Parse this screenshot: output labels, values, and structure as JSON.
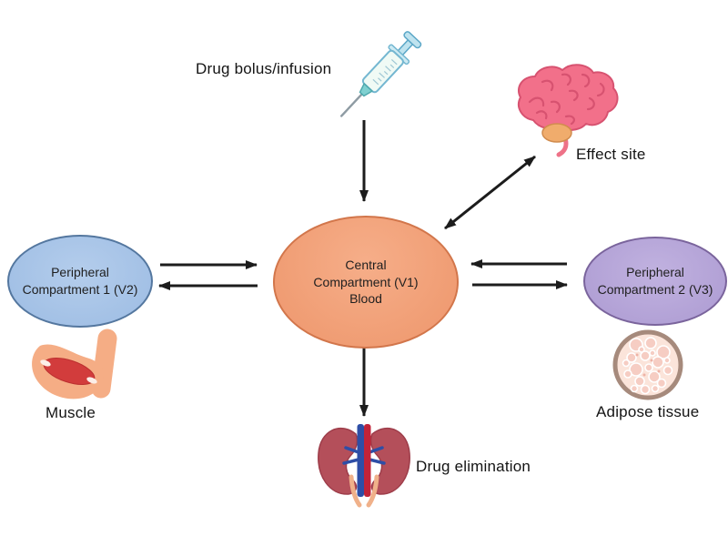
{
  "diagram": {
    "background": "#ffffff",
    "arrow_color": "#1c1c1c",
    "nodes": {
      "drug_input": {
        "label": "Drug bolus/infusion",
        "icon": "syringe-icon"
      },
      "effect_site": {
        "label": "Effect site",
        "icon": "brain-icon"
      },
      "central_compartment": {
        "label": "Central\nCompartment (V1)\nBlood",
        "fill": "#f09d74",
        "border": "#d2764b"
      },
      "peripheral_compartment_1": {
        "label": "Peripheral\nCompartment 1 (V2)",
        "fill": "#a2c0e5",
        "border": "#54779f"
      },
      "peripheral_compartment_2": {
        "label": "Peripheral\nCompartment 2 (V3)",
        "fill": "#b1a0d5",
        "border": "#7a649c"
      },
      "muscle": {
        "label": "Muscle",
        "icon": "muscle-arm-icon"
      },
      "adipose": {
        "label": "Adipose tissue",
        "icon": "adipose-cells-icon"
      },
      "elimination": {
        "label": "Drug elimination",
        "icon": "kidneys-icon"
      }
    },
    "arrows": [
      {
        "name": "infusion-to-central",
        "type": "single",
        "direction": "down"
      },
      {
        "name": "central-to-effect-site",
        "type": "double",
        "direction": "diagonal"
      },
      {
        "name": "peripheral1-to-central",
        "type": "single",
        "direction": "right"
      },
      {
        "name": "central-to-peripheral1",
        "type": "single",
        "direction": "left"
      },
      {
        "name": "peripheral2-to-central",
        "type": "single",
        "direction": "left"
      },
      {
        "name": "central-to-peripheral2",
        "type": "single",
        "direction": "right"
      },
      {
        "name": "central-to-elimination",
        "type": "single",
        "direction": "down"
      }
    ]
  }
}
